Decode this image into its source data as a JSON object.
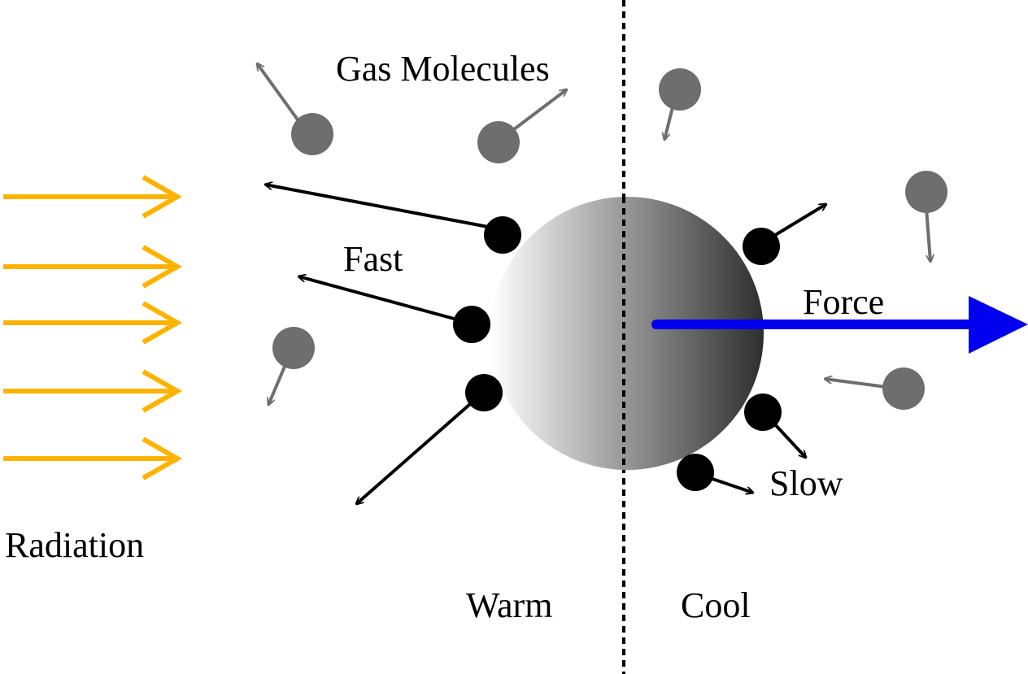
{
  "labels": {
    "gas_molecules": "Gas Molecules",
    "fast": "Fast",
    "force": "Force",
    "slow": "Slow",
    "radiation": "Radiation",
    "warm": "Warm",
    "cool": "Cool"
  },
  "colors": {
    "radiation_arrow": "#FFB300",
    "force_arrow": "#0000EE",
    "gas_molecule": "#6E6E6E",
    "gas_arrow": "#6E6E6E",
    "surface_molecule": "#000000",
    "particle_warm": "#FFFFFF",
    "particle_cool": "#2E2E2E",
    "divider": "#000000"
  },
  "icons": {
    "radiation": "arrow-right-icon",
    "force": "arrow-right-icon",
    "molecule": "circle-icon"
  }
}
